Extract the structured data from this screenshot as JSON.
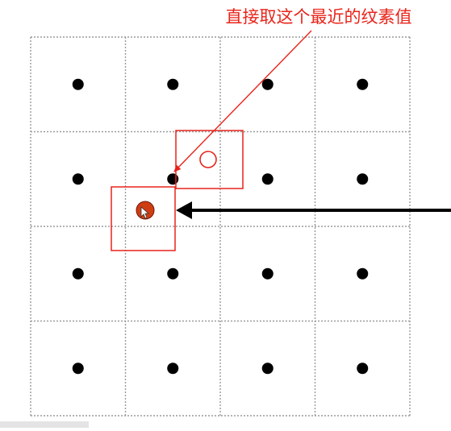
{
  "annotation": {
    "text": "直接取这个最近的纹素值",
    "color": "#e8231a"
  },
  "grid": {
    "rows": 4,
    "cols": 4,
    "line_color": "#9a9a9a",
    "dot_color": "#000000"
  },
  "sample_point": {
    "fill": "#cf3d12",
    "stroke": "#6e1a06"
  },
  "highlight_color": "#e8231a",
  "pointer_arrow_color": "#000000"
}
